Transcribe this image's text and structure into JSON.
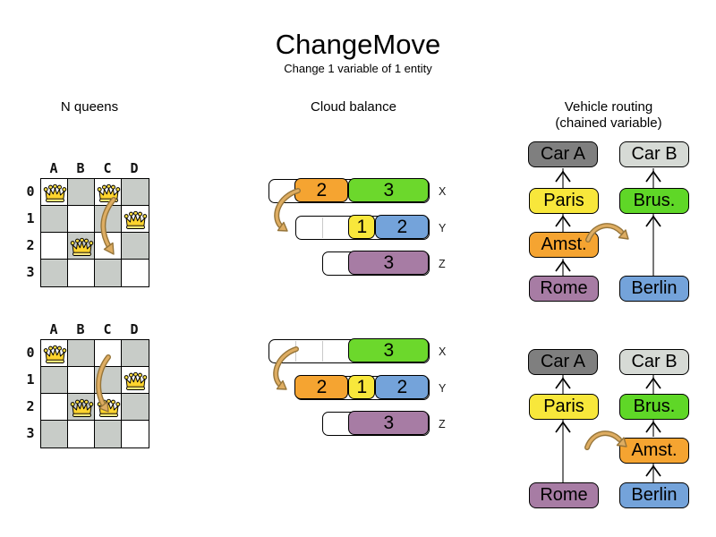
{
  "title": "ChangeMove",
  "subtitle": "Change 1 variable of 1 entity",
  "sections": {
    "nqueens": {
      "header": "N queens"
    },
    "cloud": {
      "header": "Cloud balance"
    },
    "vehicle": {
      "header_line1": "Vehicle routing",
      "header_line2": "(chained variable)"
    }
  },
  "board_labels": {
    "columns": [
      "A",
      "B",
      "C",
      "D"
    ],
    "rows": [
      "0",
      "1",
      "2",
      "3"
    ]
  },
  "nqueens": {
    "before": {
      "queens": [
        "A0",
        "C0",
        "D1",
        "B2"
      ],
      "move": "queen C0 to C2"
    },
    "after": {
      "queens": [
        "A0",
        "D1",
        "B2",
        "C2"
      ],
      "move": "queen C0 to C2"
    }
  },
  "cloud": {
    "before": {
      "rows": [
        {
          "label": "X",
          "capacity": 6,
          "blocks": [
            {
              "value": "2",
              "color": "orange",
              "size": 2
            },
            {
              "value": "3",
              "color": "green",
              "size": 3
            }
          ]
        },
        {
          "label": "Y",
          "capacity": 5,
          "blocks": [
            {
              "value": "1",
              "color": "yellow",
              "size": 1
            },
            {
              "value": "2",
              "color": "blue",
              "size": 2
            }
          ]
        },
        {
          "label": "Z",
          "capacity": 4,
          "blocks": [
            {
              "value": "3",
              "color": "purple",
              "size": 3
            }
          ]
        }
      ]
    },
    "after": {
      "rows": [
        {
          "label": "X",
          "capacity": 6,
          "blocks": [
            {
              "value": "3",
              "color": "green",
              "size": 3
            }
          ]
        },
        {
          "label": "Y",
          "capacity": 5,
          "blocks": [
            {
              "value": "2",
              "color": "orange",
              "size": 2
            },
            {
              "value": "1",
              "color": "yellow",
              "size": 1
            },
            {
              "value": "2",
              "color": "blue",
              "size": 2
            }
          ]
        },
        {
          "label": "Z",
          "capacity": 4,
          "blocks": [
            {
              "value": "3",
              "color": "purple",
              "size": 3
            }
          ]
        }
      ]
    }
  },
  "vehicle": {
    "before": {
      "car_a": "Car A",
      "car_b": "Car B",
      "paris": "Paris",
      "brus": "Brus.",
      "amst": "Amst.",
      "rome": "Rome",
      "berlin": "Berlin"
    },
    "after": {
      "car_a": "Car A",
      "car_b": "Car B",
      "paris": "Paris",
      "brus": "Brus.",
      "amst": "Amst.",
      "rome": "Rome",
      "berlin": "Berlin"
    }
  },
  "colors": {
    "orange": "#F5A431",
    "green": "#63D82A",
    "yellow": "#F8E73B",
    "blue": "#74A3DA",
    "purple": "#A77CA4",
    "car_a_gray": "#7F7F7F",
    "car_b_gray": "#D6DAD5",
    "board_dark": "#C8CCC8",
    "move_arrow": "#DEAD62"
  }
}
